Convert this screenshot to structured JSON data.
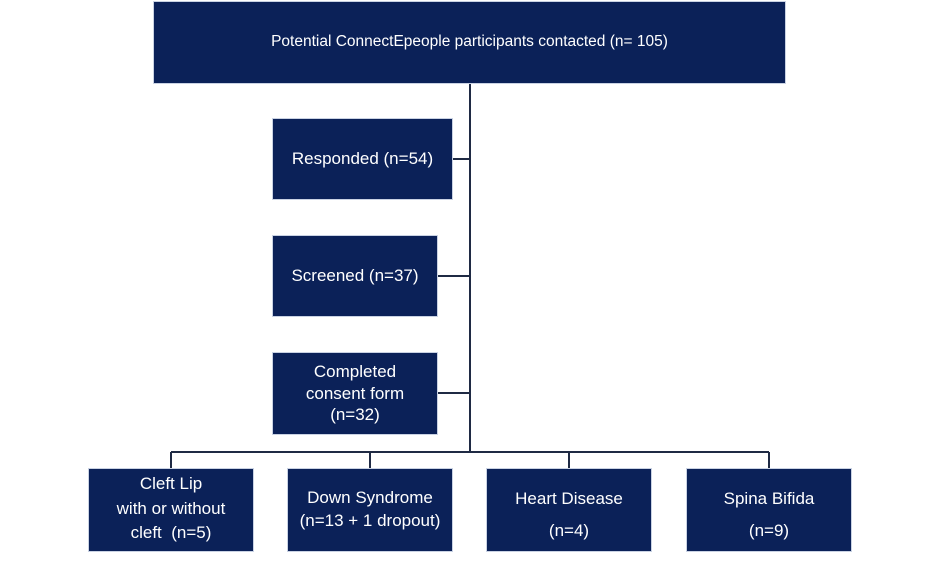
{
  "diagram": {
    "top": {
      "label": "Potential ConnectEpeople participants contacted (n= 105)"
    },
    "responded": {
      "label": "Responded (n=54)"
    },
    "screened": {
      "label": "Screened (n=37)"
    },
    "consent": {
      "lines": [
        "Completed",
        "consent form",
        "(n=32)"
      ]
    },
    "groups": [
      {
        "lines": [
          "Cleft Lip",
          "with or without",
          "cleft  (n=5)"
        ]
      },
      {
        "lines": [
          "Down Syndrome",
          "(n=13 + 1 dropout)"
        ]
      },
      {
        "lines": [
          "Heart Disease",
          "(n=4)"
        ]
      },
      {
        "lines": [
          "Spina Bifida",
          "(n=9)"
        ]
      }
    ],
    "colors": {
      "box_fill": "#0b2158",
      "box_border": "#c9d2e3",
      "connector": "#1f2a44",
      "text": "#ffffff"
    }
  }
}
